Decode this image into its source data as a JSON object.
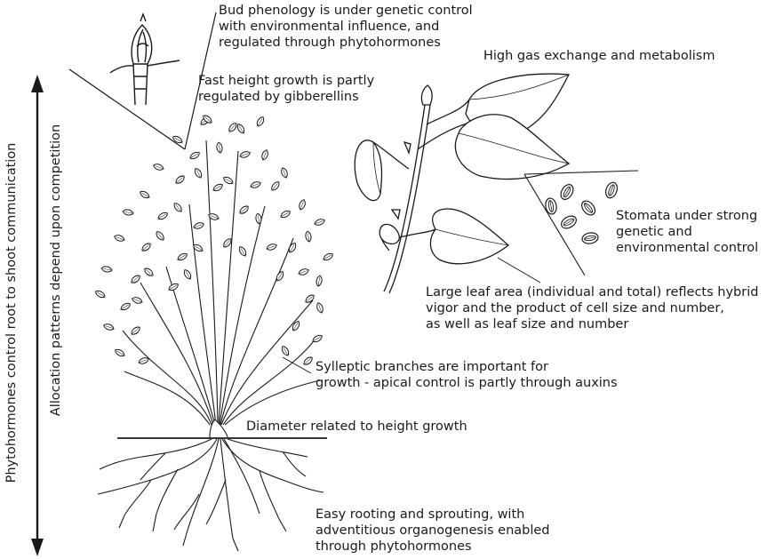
{
  "labels": {
    "bud": [
      "Bud phenology is under genetic control",
      "with environmental influence, and",
      "regulated through phytohormones"
    ],
    "height": [
      "Fast height growth is partly",
      "regulated by gibberellins"
    ],
    "gas": [
      "High gas exchange and metabolism"
    ],
    "stomata": [
      "Stomata under strong",
      "genetic and",
      "environmental control"
    ],
    "leaf_area": [
      "Large leaf area (individual and total) reflects hybrid",
      "vigor and the product of cell size and number,",
      "as well as leaf size and number"
    ],
    "sylleptic": [
      "Sylleptic branches are important for",
      "growth - apical control is partly through auxins"
    ],
    "diameter": [
      "Diameter related to height growth"
    ],
    "rooting": [
      "Easy rooting and sprouting, with",
      "adventitious organogenesis enabled",
      "through phytohormones"
    ],
    "vertical_outer": "Phytohormones control root to shoot communication",
    "vertical_inner": "Allocation patterns depend upon competition"
  },
  "icons": [
    "double-arrow-icon",
    "bud-icon",
    "plant-shoot-icon",
    "leaf-branch-icon",
    "stomata-icon",
    "root-system-icon"
  ],
  "colors": {
    "ink": "#1a1a1a",
    "background": "#ffffff"
  }
}
